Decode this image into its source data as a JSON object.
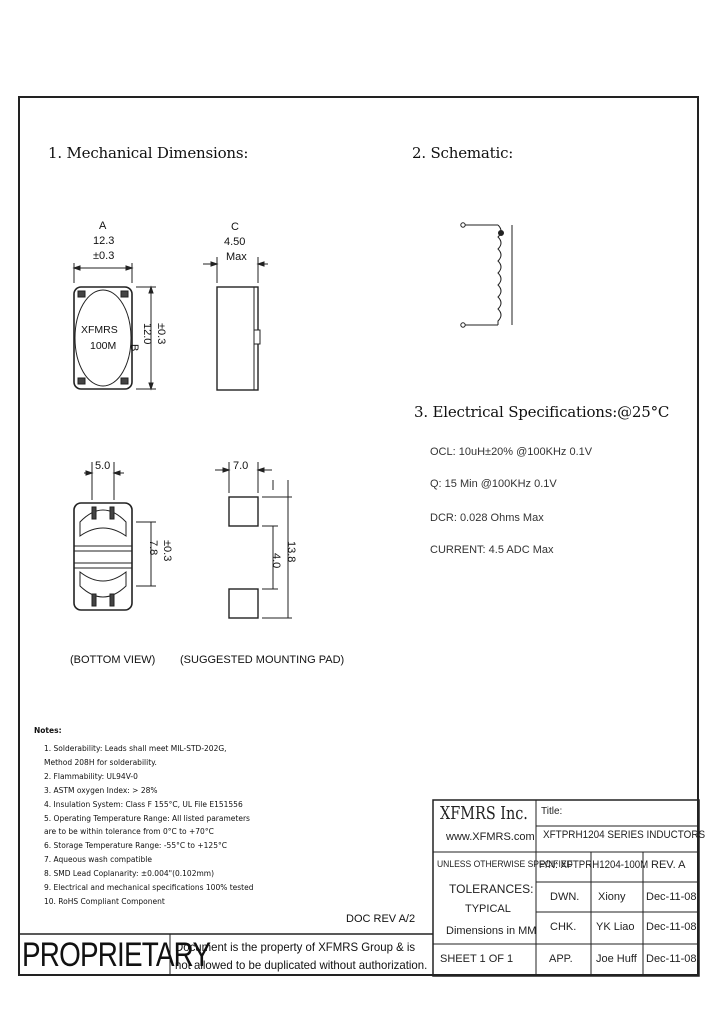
{
  "section1": {
    "title": "1. Mechanical Dimensions:"
  },
  "section2": {
    "title": "2. Schematic:"
  },
  "section3": {
    "title": "3. Electrical  Specifications:@25°C"
  },
  "dims": {
    "a_label": "A",
    "a_value": "12.3",
    "a_tol": "±0.3",
    "c_label": "C",
    "c_value": "4.50",
    "c_max": "Max",
    "b_label": "B",
    "b_value": "12.0",
    "b_tol": "±0.3",
    "bottom_width": "5.0",
    "bottom_height": "7.8",
    "bottom_height_tol": "±0.3",
    "pad_width": "7.0",
    "pad_gap": "4.0",
    "pad_total": "13.8"
  },
  "part_marking": {
    "line1": "XFMRS",
    "line2": "100M"
  },
  "view_labels": {
    "bottom": "(BOTTOM VIEW)",
    "pad": "(SUGGESTED MOUNTING PAD)"
  },
  "specs": [
    "OCL: 10uH±20% @100KHz 0.1V",
    "Q: 15  Min @100KHz 0.1V",
    "DCR:  0.028 Ohms Max",
    "CURRENT: 4.5 ADC Max"
  ],
  "notes": {
    "title": "Notes:",
    "items": [
      "1. Solderability: Leads shall meet MIL-STD-202G,",
      "    Method 208H for solderability.",
      "2. Flammability: UL94V-0",
      "3. ASTM oxygen Index: > 28%",
      "4. Insulation System: Class F 155°C, UL File E151556",
      "5. Operating Temperature Range: All listed parameters",
      "    are to be within tolerance from 0°C to +70°C",
      "6. Storage Temperature Range: -55°C to +125°C",
      "7. Aqueous wash compatible",
      "8. SMD Lead Coplanarity: ±0.004\"(0.102mm)",
      "9. Electrical and mechanical specifications 100% tested",
      "10. RoHS Compliant Component"
    ]
  },
  "doc_rev": "DOC REV A/2",
  "proprietary": {
    "word": "PROPRIETARY",
    "line1": "Document is the property of XFMRS Group & is",
    "line2": "not allowed to be duplicated without authorization."
  },
  "title_block": {
    "company": "XFMRS Inc.",
    "website": "www.XFMRS.com",
    "title_label": "Title:",
    "title_value": "XFTPRH1204 SERIES INDUCTORS",
    "unless": "UNLESS OTHERWISE SPECIFIED",
    "pn": "P/N: XFTPRH1204-100M",
    "rev": "REV. A",
    "tolerances": "TOLERANCES:",
    "typical": "TYPICAL",
    "dimensions": "Dimensions in MM",
    "dwn_label": "DWN.",
    "dwn_name": "Xiony",
    "dwn_date": "Dec-11-08",
    "chk_label": "CHK.",
    "chk_name": "YK Liao",
    "chk_date": "Dec-11-08",
    "app_label": "APP.",
    "app_name": "Joe Huff",
    "app_date": "Dec-11-08",
    "sheet": "SHEET  1  OF  1"
  }
}
